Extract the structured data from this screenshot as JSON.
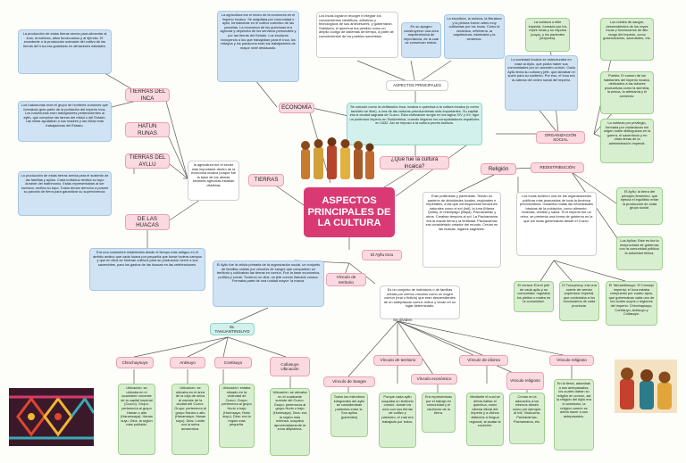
{
  "title": "ASPECTOS PRINCIPALES DE LA CULTURA",
  "central_question": "¿Qué fue la cultura incaica?",
  "intro": "Se conoció como la civilización inca, incaica o quechua a la cultura incaica (o como también se dice), a una de las culturas precolombinas más importantes. Su capital era la ciudad sagrada de Cuzco. Esta civilización surgió en los siglos XIV y XV, rigió un poderoso imperio en Sudamérica, cuando llegaron los conquistadores españoles en 1532. Así se impuso a la cultura pronto todavía.",
  "left": {
    "tierras_del_inca": {
      "label": "TIERRAS DEL INCA",
      "text": "La producción de estas tierras servía para alimentar al inca, la nobleza, altos funcionarios y al ejército. El excedente o la producción sobrante del cultivo de las tierras del Inca era guardado en almacenes estatales."
    },
    "hatun_runas": {
      "label": "HATUN RUNAS",
      "text": "Los hatunrunas eran el grupo de hombres comunes que formaban gran parte de la población del imperio Inca. Los hatunrunas eran trabajadores pertenecientes al ayllu, que cumplían las tareas del mitad o del Estado. Las niñas ayudaban a sus madres y las niñas eran trabajadoras del Estado."
    },
    "tierras_del_ayllu": {
      "label": "TIERRAS DEL AYLLU",
      "text": "La producción de estas tierras servía para el sustento de las familias y ayllus. Cada individuo recibía su topo durante del matrimonio. Estas representaban al ser humano, recibía su topo. Todos tenían derecho a poseer su parcela de tierra para garantizar su supervivencia."
    },
    "de_las_huacas": {
      "label": "DE LAS HUACAS",
      "text": "Era una costumbre establecida desde el tiempo más antiguo en el ámbito andino que cada huaca por pequeña que fuese tuviera campos y que en ellos se hicieran cultivos para su producción servir a sus sacerdotes, para los gastos de las huacas en las celebraciones."
    },
    "tierras": {
      "label": "TIERRAS",
      "text": "la agricultura fue el sector más importante dentro de la economía incaica porque fue la base de los demás sectores agrícolas estaban divididas"
    }
  },
  "top": {
    "agricultura_text": "La agricultura fue el motor de la economía en el Imperio Incaico. Se adaptaba por comunidad o ayllu, formándose en el cultivo colectivo de las parcelas. La economía de los quechuas era agrícola y dependía de los servicios personales y por las tierras del Estado. Los esclavos incluyendo a los que trabajaban para el Inca, los mitayos y los yanacona eran los trabajadores de mayor nivel destacado.",
    "economia": "ECONOMÍA",
    "bullets_text": "Los incas lograron recoger e integrar los conocimientos científicos, artísticos y tecnológicos de sus antecesores, y gobernaron. Sabiduría, el quechua era perdido como un amplio código de sistemas de tiempo, a partir de conocimientos de los pueblos sometidos.",
    "apogeo_text": "En su apogeo construyeron una obra arquitectónica de importancia, de la cual se conservan restos.",
    "musica_text": "La escultura, la música, la literatura y la pintura fueron artes muy cultivadas por los incas. Como la cerámica, orfebrería, la arquitectura, estatuaria y la cerámica.",
    "aspectos_principales": "ASPECTOS PRINCIPALES"
  },
  "right": {
    "nobleza_text": "La nobleza o élite imperial, formada por los reyes incas y su esposa (coya), y los parientes (orejones).",
    "nobles_sangre_text": "Los nobles de sangre, descendientes de los reyes incas y funcionarios de alto rango del imperio, como gobernadores, sacerdotes, etc.",
    "sociedad_text": "La sociedad incaica se estructuraba en base al Ayllu, que podía haber sus comunidades por un ancestro común. Cada Ayllu tenía su cultura y jefe, que labraban el suelo para su sustento. Por eso, el Inca era la cabeza del orden social del imperio.",
    "pueblo_text": "Pueblo: El común de los habitantes del imperio incaico, dedicados a las labores productivas como la siembra, la pesca, la artesanía y el comercio.",
    "organizacion_social": "ORGANIZACIÓN SOCIAL",
    "nobleza_privilegio_text": "La nobleza por privilegio, formada por ciudadanos sin origen noble distinguidos en la guerra, el sacerdocio y en otras áreas de la administración imperial.",
    "redistribucion": "REDISTRIBUCIÓN",
    "ayllu_recip_text": "El Ayllu: la tierra del principio femenino, que ejercía el equilibrio entre la producción de cada grupo social.",
    "reciprocidad_text": "Los Ayllus: Este es fue la reciprocidad de gobernar, con la comunidad política: la autoridad étnica.",
    "redistribucion_text": "Los Incas tuvieron una de las organizaciones políticas más avanzadas de toda la América precolombina. Garantizó todas las necesidades básicas de la población, como alimento, vivienda, vestido y salud. Si el imperio fue un reino, se presenta una forma de gobierno en la que los incas gobernaban desde el Cuzco.",
    "religion": "Religión",
    "religion_text": "Eran politeístas y panteístas. Tenían un panteón de divinidades locales, regionales e imperiales, a las que correspondían funciones naturales como el sol (Inti), la luna (Mama Quilla), el relámpago (Illapa), Pachacámac y otros. Creaban templos al sol. La Pachamama era la madre tierra y la fertilidad. Pachacámac era considerado creador del mundo. Creían en las huacas, lugares sagrados."
  },
  "center": {
    "el_ayllu_inca": "El Ayllu Inca",
    "ayllu_text": "El Ayllu fue la célula primaria de la organización social, un conjunto de familias unidas por vínculos de sangre que compartían un territorio y cultivaban las tierras en común. Fue la base económica, política y social. Tuvieron un dios, un jefe común llamado curaca. Formaba parte de una unidad mayor: la marca.",
    "vinculo_territorio": "Vínculo de territorio",
    "conjunto_text": "Es un conjunto de individuos o de familias unidas por ciertos vínculos como un origen común (real o ficticio) que eran descendientes de un antepasado común mítico y vivían en un lugar determinado.",
    "se_dividen": "Se dividen",
    "el_tahuantinsuyo": "EL TAHUANTINSUYO",
    "vinculos": [
      {
        "label": "Vínculo de Sangre",
        "text": "Todos los miembros integrantes del ayllu se consideraban parientes entre sí. Son ayllus (parientes)"
      },
      {
        "label": "Vínculo de territorio",
        "text": "Porque cada ayllu ocupaba un territorio común, donde los unía con sus tierras de cultivo y pastoreo, el cual era trabajado por todos."
      },
      {
        "label": "Vínculo económico",
        "text": "Era representado por el trabajo en comunidad y el usufructo de la tierra."
      },
      {
        "label": "Vínculo de idioma",
        "text": "Mediante el cual se debía hablar el quechua, como idioma oficial del imperio y a dichos dialectos a lengua regional, al acatar la suceción."
      },
      {
        "label": "Vínculo religioso",
        "text": "Creían en la adoración a los mismos dioses como por ejemplo: al Inti, Viracocha, Pachacámac, Pachamama, etc."
      },
      {
        "label": "Vínculo religioso",
        "text": "En la tierra, adoraban a sus antepasados, los cuales daban su religión en común, así la religión del Ayllu era el animismo, la religión común se debía hacer a sus antepasados."
      }
    ],
    "suyos": [
      {
        "label": "Chinchaysuyo",
        "text": "Ubicación: se ubicaba en el cuadrante noroeste de la capital imperial (Cuzco). Grupo: pertenecía al grupo Hanan o alto (Hanansaya). Hanan suyu. Dios: la región más poblada."
      },
      {
        "label": "Antisuyo",
        "text": "Ubicación: se ubicaba en el área de la ceja de selva al noreste de la ciudad del Cuzco. Grupo: pertenecía al grupo Hanan o alto (Hanansaya, Hanan suyu). Dios: Límite con la selva amazónica."
      },
      {
        "label": "Contisuyo",
        "text": "Ubicación: estaba situado en la vecindad de Cuzco. Grupo: pertenecía al grupo Hurin o bajo (Hurinsaya, Hurin suyu). Dios: era la región más pequeña."
      },
      {
        "label": "Collasuyo Ubicación",
        "text": "Ubicación: se ubicaba en el cuadrante sureste del Cuzco. Grupo: pertenecía al grupo Hurin o bajo (Hurinsaya). Dios: era la región más extensa, ocupaba aproximadamente la zona altiplánica."
      }
    ]
  },
  "right_bottom": {
    "el_curaca": "El curaca: Era el jefe de cada ayllu y su comunidad, regulaba los pleitos o males en la comunidad.",
    "el_tucuyricuy": "El Tucuyricuy: era una suerte de veedor supervisor imperial, que controlaba a los funcionarios de cada provincia.",
    "el_tahuantinsuyo_text": "El Tahuantinsuyo: El Consejo imperial, el Inca estaba compuesto por cuatro apus, que gobernaban cada uno de los cuatro suyos o regiones del imperio: Chinchaysuyo, Contisuyo, Antisuyo y Collasuyo."
  }
}
